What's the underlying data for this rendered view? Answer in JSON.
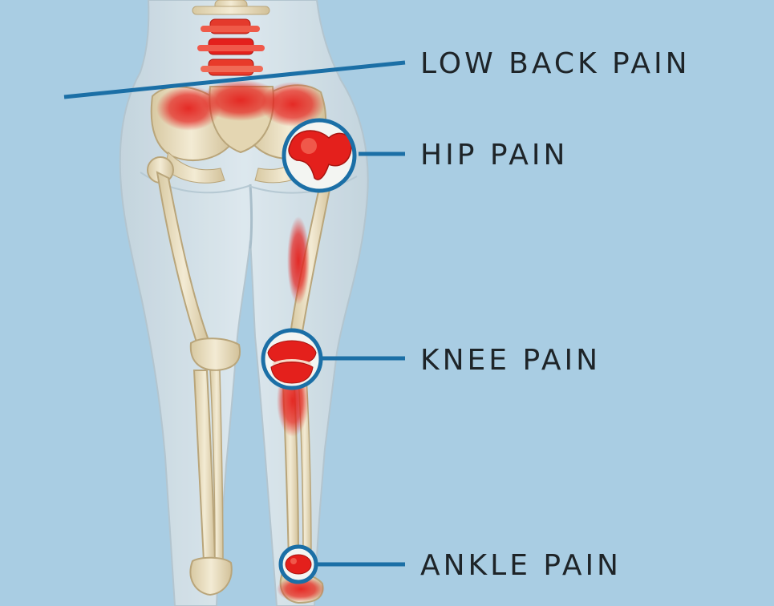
{
  "labels": {
    "low_back": "LOW BACK PAIN",
    "hip": "HIP PAIN",
    "knee": "KNEE PAIN",
    "ankle": "ANKLE PAIN"
  },
  "colors": {
    "background": "#a9cde3",
    "body_silhouette": "#dde6ea",
    "bone": "#ece2c6",
    "pain": "#e4201c",
    "callout_line": "#1b6fa6",
    "text": "#1e2428"
  },
  "icons": [
    "spine-illustration",
    "pelvis-illustration",
    "leg-bones-illustration",
    "pain-highlight-icon"
  ]
}
